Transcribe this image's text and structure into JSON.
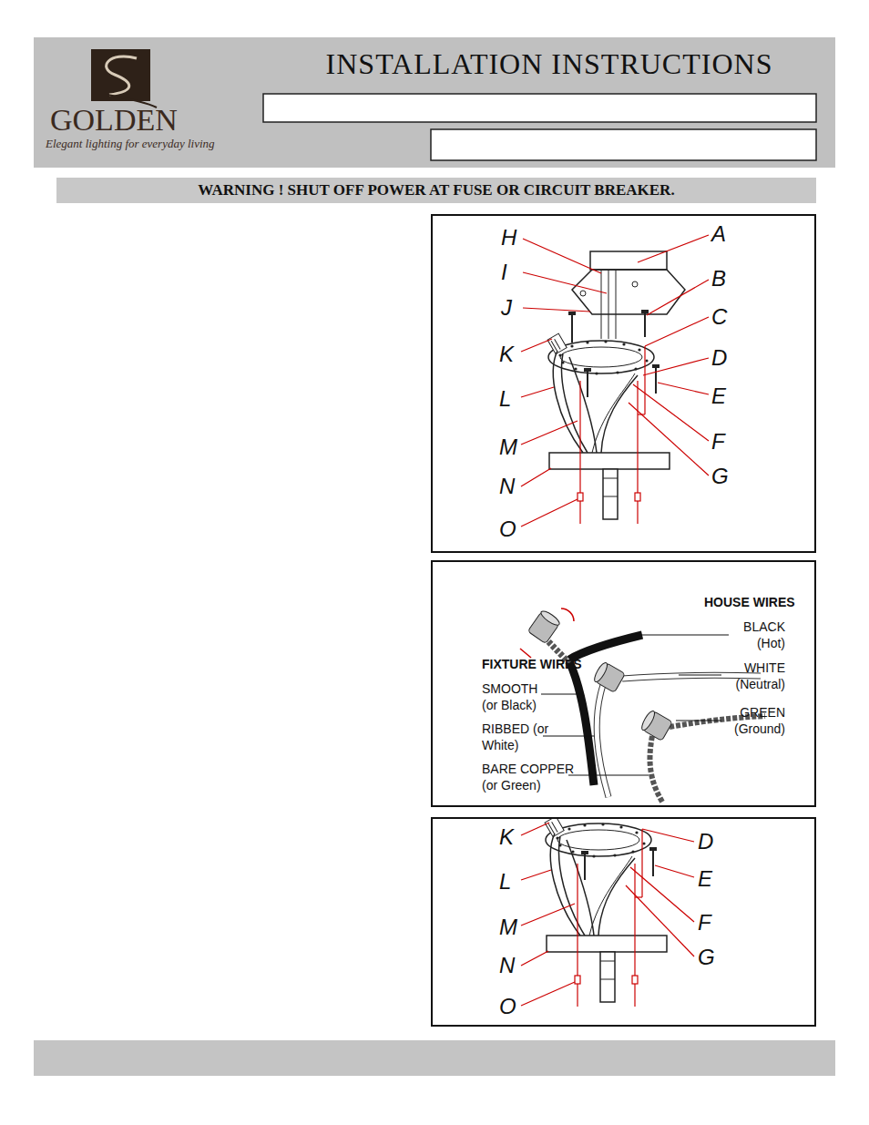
{
  "diagram": {
    "title": "INSTALLATION INSTRUCTIONS",
    "nodes": [
      {
        "text": [
          "WARNING ! SHUT OFF POWER AT FUSE OR CIRCUIT BREAKER."
        ]
      }
    ],
    "labels": [
      "GOLDEN",
      "Elegant lighting for everyday living",
      "H",
      "I",
      "J",
      "K",
      "L",
      "M",
      "N",
      "O",
      "A",
      "B",
      "C",
      "D",
      "E",
      "F",
      "G",
      "HOUSE WIRES",
      "BLACK (Hot)",
      "WHITE (Neutral)",
      "GREEN (Ground)",
      "FIXTURE WIRES",
      "SMOOTH (or Black)",
      "RIBBED (or White)",
      "BARE COPPER (or Green)",
      "K",
      "L",
      "M",
      "N",
      "O",
      "D",
      "E",
      "F",
      "G"
    ]
  }
}
